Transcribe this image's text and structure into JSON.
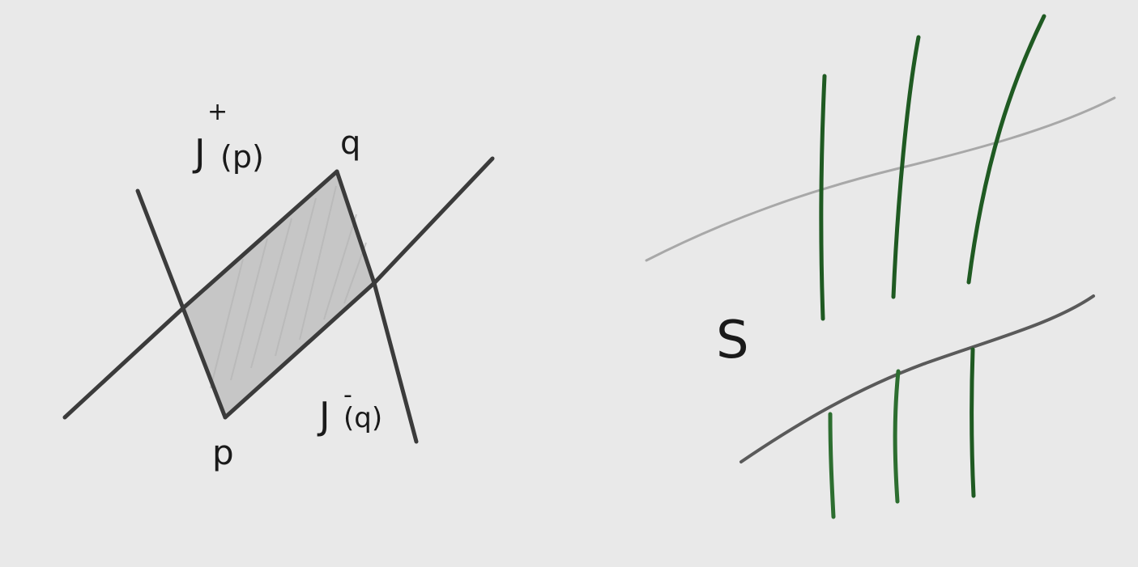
{
  "left_diagram": {
    "label_future": "J",
    "label_future_sup": "+",
    "label_future_arg": "(p)",
    "label_past": "J",
    "label_past_sup": "-",
    "label_past_arg": "(q)",
    "point_top": "q",
    "point_bottom": "p"
  },
  "right_diagram": {
    "surface_label": "S"
  },
  "colors": {
    "background": "#e9e9e9",
    "ink": "#3a3a3a",
    "shade": "#c4c4c4",
    "green": "#1f5a22",
    "surface": "#a7a7a7"
  }
}
